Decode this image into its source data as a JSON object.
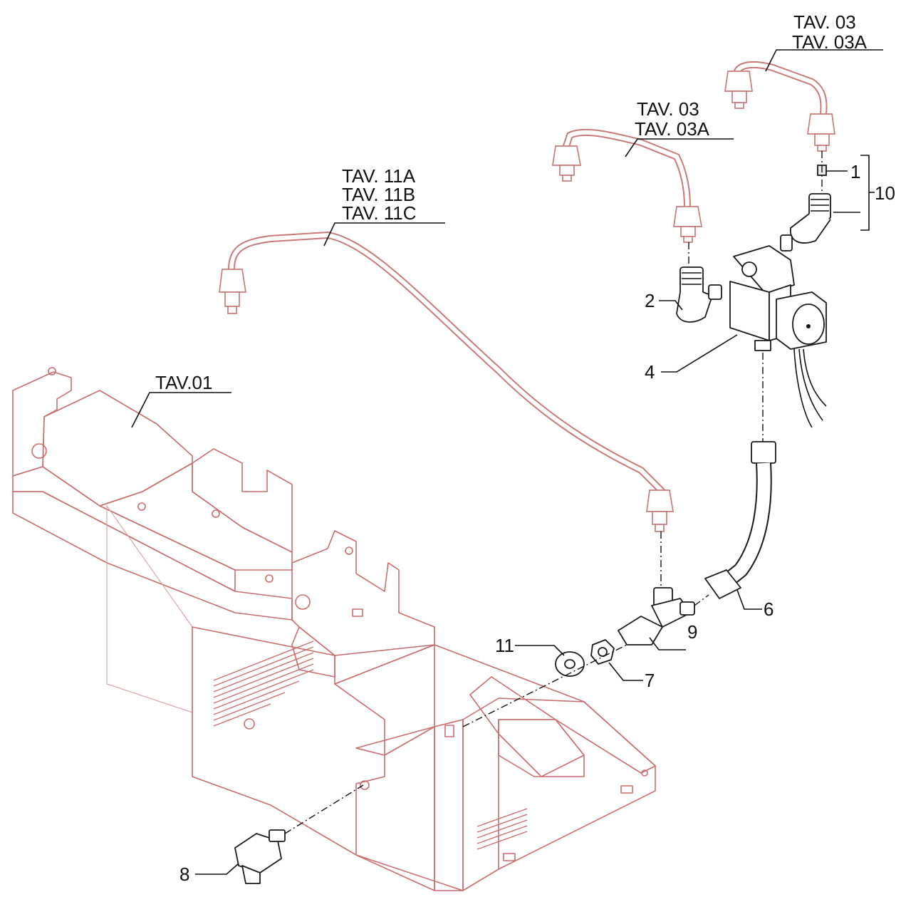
{
  "diagram": {
    "references": {
      "tav03_top_line1": "TAV. 03",
      "tav03_top_line2": "TAV. 03A",
      "tav03_mid_line1": "TAV. 03",
      "tav03_mid_line2": "TAV. 03A",
      "tav11_line1": "TAV. 11A",
      "tav11_line2": "TAV. 11B",
      "tav11_line3": "TAV. 11C",
      "tav01": "TAV.01"
    },
    "parts": {
      "p1": "1",
      "p2": "2",
      "p4": "4",
      "p6": "6",
      "p7": "7",
      "p8": "8",
      "p9": "9",
      "p10": "10",
      "p11": "11"
    },
    "colors": {
      "frame": "#c96e6e",
      "parts": "#1a1a1a",
      "background": "#ffffff"
    }
  }
}
